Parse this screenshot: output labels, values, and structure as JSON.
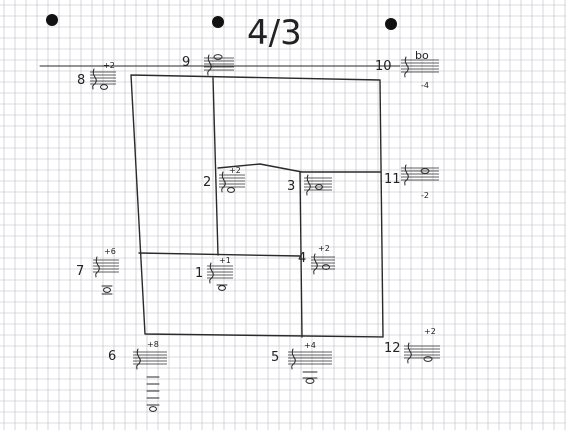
{
  "title": "4/3",
  "labels": {
    "n1": "1",
    "n2": "2",
    "n3": "3",
    "n4": "4",
    "n5": "5",
    "n6": "6",
    "n7": "7",
    "n8": "8",
    "n9": "9",
    "n10": "10",
    "n11": "11",
    "n12": "12"
  },
  "intervals": {
    "i1": "+1",
    "i2": "+2",
    "i4": "+2",
    "i5": "+4",
    "i6": "+8",
    "i7": "+6",
    "i8": "+2",
    "i10": "-4",
    "i11": "-2",
    "i12": "+2"
  },
  "accidentals": {
    "a10": "bo"
  }
}
